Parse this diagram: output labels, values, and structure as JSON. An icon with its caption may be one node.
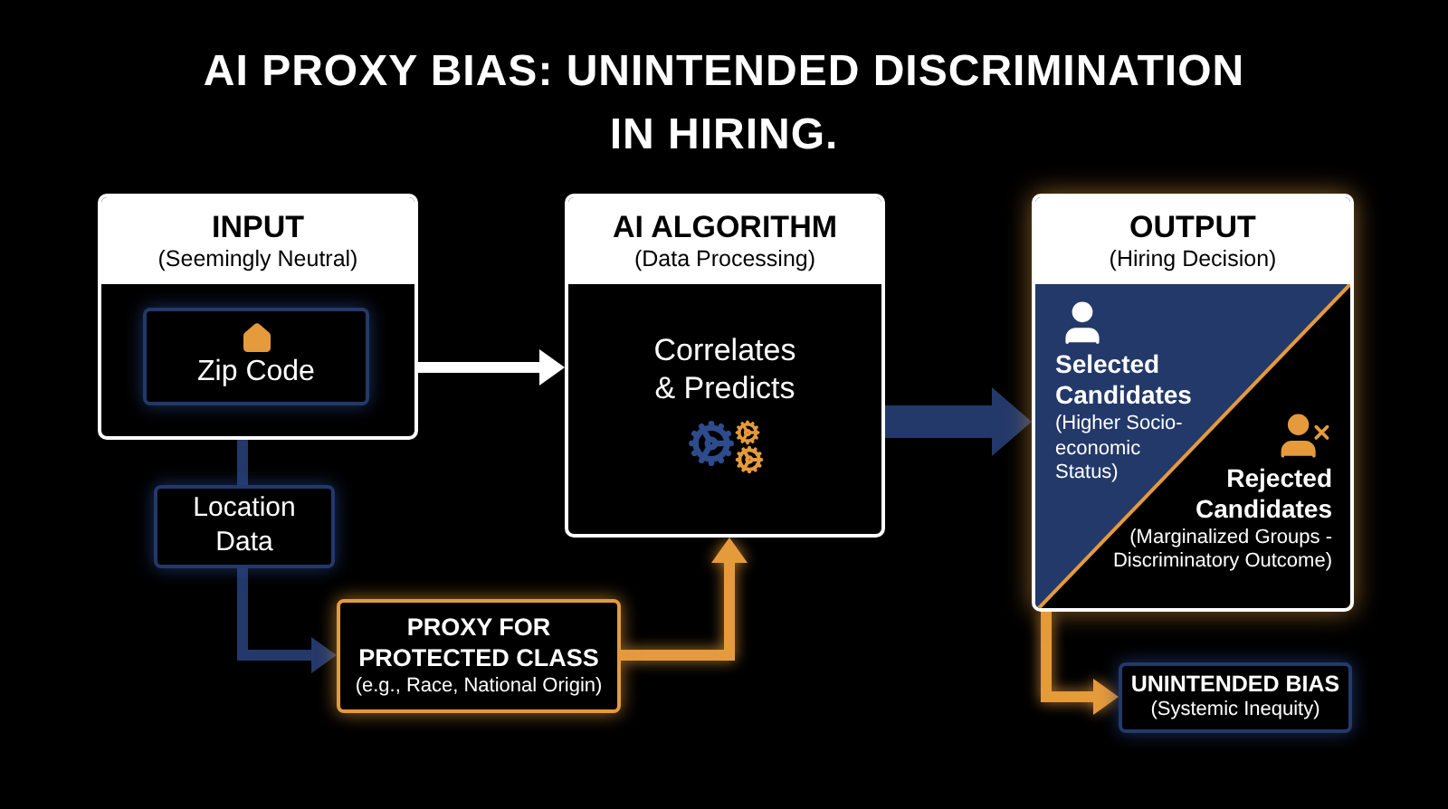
{
  "diagram": {
    "title": "AI PROXY BIAS: UNINTENDED DISCRIMINATION IN HIRING.",
    "nodes": [
      {
        "text": [
          "INPUT",
          "(Seemingly Neutral)"
        ]
      },
      {
        "text": [
          "Zip Code"
        ],
        "in": 0
      },
      {
        "text": [
          "AI ALGORITHM",
          "(Data Processing)",
          "Correlates & Predicts"
        ]
      },
      {
        "text": [
          "OUTPUT",
          "(Hiring Decision)"
        ]
      },
      {
        "text": [
          "Selected Candidates",
          "(Higher Socio-economic Status)"
        ],
        "in": 3
      },
      {
        "text": [
          "Rejected Candidates",
          "(Marginalized Groups - Discriminatory Outcome)"
        ],
        "in": 3
      },
      {
        "text": [
          "Location Data"
        ]
      },
      {
        "text": [
          "PROXY FOR PROTECTED CLASS",
          "(e.g., Race, National Origin)"
        ]
      },
      {
        "text": [
          "UNINTENDED BIAS",
          "(Systemic Inequity)"
        ]
      }
    ],
    "edges": [
      {
        "from": 0,
        "to": 2,
        "arrow": "to",
        "color": "#ffffff"
      },
      {
        "from": 0,
        "to": 6,
        "arrow": "none"
      },
      {
        "from": 6,
        "to": 7,
        "arrow": "to"
      },
      {
        "from": 7,
        "to": 2,
        "arrow": "to",
        "color": "#e59a3c"
      },
      {
        "from": 2,
        "to": 3,
        "arrow": "to",
        "style": "thick"
      },
      {
        "from": 3,
        "to": 8,
        "arrow": "to",
        "color": "#e59a3c"
      }
    ]
  }
}
